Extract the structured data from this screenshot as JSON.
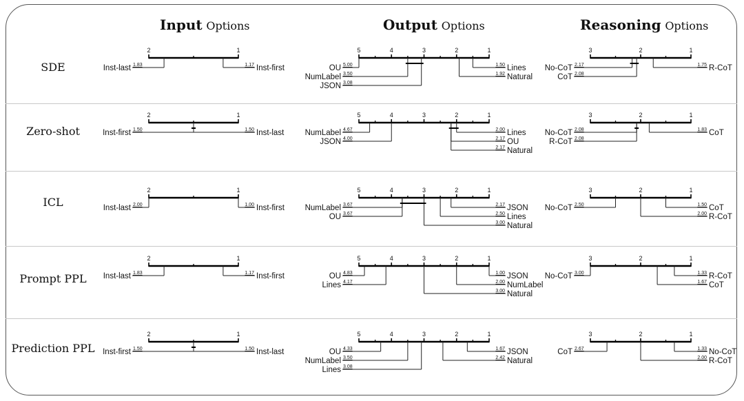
{
  "headers": [
    {
      "bold": "Input",
      "rest": "Options"
    },
    {
      "bold": "Output",
      "rest": "Options"
    },
    {
      "bold": "Reasoning",
      "rest": "Options"
    }
  ],
  "rows": [
    {
      "label": "SDE",
      "input": {
        "max": 2,
        "min": 1,
        "ticks": [
          2,
          1
        ],
        "items": [
          {
            "name": "Inst-last",
            "rank": 1.83,
            "value": "1.83"
          },
          {
            "name": "Inst-first",
            "rank": 1.17,
            "value": "1.17"
          }
        ]
      },
      "output": {
        "max": 5,
        "min": 1,
        "ticks": [
          5,
          4,
          3,
          2,
          1
        ],
        "items": [
          {
            "name": "OU",
            "rank": 5.0,
            "value": "5.00"
          },
          {
            "name": "NumLabel",
            "rank": 3.5,
            "value": "3.50"
          },
          {
            "name": "JSON",
            "rank": 3.08,
            "value": "3.08"
          },
          {
            "name": "Lines",
            "rank": 1.5,
            "value": "1.50"
          },
          {
            "name": "Natural",
            "rank": 1.92,
            "value": "1.92"
          }
        ]
      },
      "reasoning": {
        "max": 3,
        "min": 1,
        "ticks": [
          3,
          2,
          1
        ],
        "items": [
          {
            "name": "No-CoT",
            "rank": 2.17,
            "value": "2.17"
          },
          {
            "name": "CoT",
            "rank": 2.08,
            "value": "2.08"
          },
          {
            "name": "R-CoT",
            "rank": 1.75,
            "value": "1.75"
          }
        ]
      }
    },
    {
      "label": "Zero-shot",
      "input": {
        "max": 2,
        "min": 1,
        "ticks": [
          2,
          1
        ],
        "items": [
          {
            "name": "Inst-first",
            "rank": 1.5,
            "value": "1.50"
          },
          {
            "name": "Inst-last",
            "rank": 1.5,
            "value": "1.50"
          }
        ]
      },
      "output": {
        "max": 5,
        "min": 1,
        "ticks": [
          5,
          4,
          3,
          2,
          1
        ],
        "items": [
          {
            "name": "NumLabel",
            "rank": 4.67,
            "value": "4.67"
          },
          {
            "name": "JSON",
            "rank": 4.0,
            "value": "4.00"
          },
          {
            "name": "Lines",
            "rank": 2.0,
            "value": "2.00"
          },
          {
            "name": "OU",
            "rank": 2.17,
            "value": "2.17"
          },
          {
            "name": "Natural",
            "rank": 2.17,
            "value": "2.17"
          }
        ]
      },
      "reasoning": {
        "max": 3,
        "min": 1,
        "ticks": [
          3,
          2,
          1
        ],
        "items": [
          {
            "name": "No-CoT",
            "rank": 2.08,
            "value": "2.08"
          },
          {
            "name": "R-CoT",
            "rank": 2.08,
            "value": "2.08"
          },
          {
            "name": "CoT",
            "rank": 1.83,
            "value": "1.83"
          }
        ]
      }
    },
    {
      "label": "ICL",
      "input": {
        "max": 2,
        "min": 1,
        "ticks": [
          2,
          1
        ],
        "items": [
          {
            "name": "Inst-last",
            "rank": 2.0,
            "value": "2.00"
          },
          {
            "name": "Inst-first",
            "rank": 1.0,
            "value": "1.00"
          }
        ]
      },
      "output": {
        "max": 5,
        "min": 1,
        "ticks": [
          5,
          4,
          3,
          2,
          1
        ],
        "items": [
          {
            "name": "NumLabel",
            "rank": 3.67,
            "value": "3.67"
          },
          {
            "name": "OU",
            "rank": 3.67,
            "value": "3.67"
          },
          {
            "name": "Natural",
            "rank": 3.0,
            "value": "3.00"
          },
          {
            "name": "JSON",
            "rank": 2.17,
            "value": "2.17"
          },
          {
            "name": "Lines",
            "rank": 2.5,
            "value": "2.50"
          }
        ]
      },
      "reasoning": {
        "max": 3,
        "min": 1,
        "ticks": [
          3,
          2,
          1
        ],
        "items": [
          {
            "name": "No-CoT",
            "rank": 2.5,
            "value": "2.50"
          },
          {
            "name": "R-CoT",
            "rank": 2.0,
            "value": "2.00"
          },
          {
            "name": "CoT",
            "rank": 1.5,
            "value": "1.50"
          }
        ]
      }
    },
    {
      "label": "Prompt PPL",
      "input": {
        "max": 2,
        "min": 1,
        "ticks": [
          2,
          1
        ],
        "items": [
          {
            "name": "Inst-last",
            "rank": 1.83,
            "value": "1.83"
          },
          {
            "name": "Inst-first",
            "rank": 1.17,
            "value": "1.17"
          }
        ]
      },
      "output": {
        "max": 5,
        "min": 1,
        "ticks": [
          5,
          4,
          3,
          2,
          1
        ],
        "items": [
          {
            "name": "OU",
            "rank": 4.83,
            "value": "4.83"
          },
          {
            "name": "Lines",
            "rank": 4.17,
            "value": "4.17"
          },
          {
            "name": "Natural",
            "rank": 3.0,
            "value": "3.00"
          },
          {
            "name": "JSON",
            "rank": 1.0,
            "value": "1.00"
          },
          {
            "name": "NumLabel",
            "rank": 2.0,
            "value": "2.00"
          }
        ]
      },
      "reasoning": {
        "max": 3,
        "min": 1,
        "ticks": [
          3,
          2,
          1
        ],
        "items": [
          {
            "name": "No-CoT",
            "rank": 3.0,
            "value": "3.00"
          },
          {
            "name": "CoT",
            "rank": 1.67,
            "value": "1.67"
          },
          {
            "name": "R-CoT",
            "rank": 1.33,
            "value": "1.33"
          }
        ]
      }
    },
    {
      "label": "Prediction PPL",
      "input": {
        "max": 2,
        "min": 1,
        "ticks": [
          2,
          1
        ],
        "items": [
          {
            "name": "Inst-first",
            "rank": 1.5,
            "value": "1.50"
          },
          {
            "name": "Inst-last",
            "rank": 1.5,
            "value": "1.50"
          }
        ]
      },
      "output": {
        "max": 5,
        "min": 1,
        "ticks": [
          5,
          4,
          3,
          2,
          1
        ],
        "items": [
          {
            "name": "OU",
            "rank": 4.33,
            "value": "4.33"
          },
          {
            "name": "NumLabel",
            "rank": 3.5,
            "value": "3.50"
          },
          {
            "name": "Lines",
            "rank": 3.08,
            "value": "3.08"
          },
          {
            "name": "JSON",
            "rank": 1.67,
            "value": "1.67"
          },
          {
            "name": "Natural",
            "rank": 2.42,
            "value": "2.42"
          }
        ]
      },
      "reasoning": {
        "max": 3,
        "min": 1,
        "ticks": [
          3,
          2,
          1
        ],
        "items": [
          {
            "name": "CoT",
            "rank": 2.67,
            "value": "2.67"
          },
          {
            "name": "R-CoT",
            "rank": 2.0,
            "value": "2.00"
          },
          {
            "name": "No-CoT",
            "rank": 1.33,
            "value": "1.33"
          }
        ]
      }
    }
  ]
}
